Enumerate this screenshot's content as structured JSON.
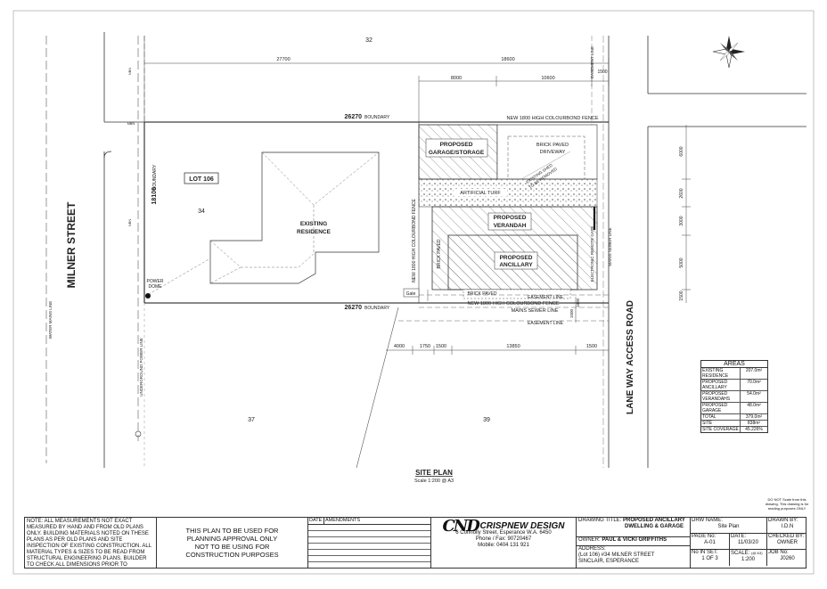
{
  "plan": {
    "lot_top": "32",
    "lot_main": "34",
    "lot_bottom_left": "37",
    "lot_bottom_right": "39",
    "lot_label": "LOT 106",
    "street": "MILNER STREET",
    "laneway": "LANE WAY ACCESS ROAD",
    "boundary_top": "26270",
    "boundary_bottom": "26270",
    "boundary_word": "BOUNDARY",
    "side_boundary": "18100",
    "existing_residence": [
      "EXISTING",
      "RESIDENCE"
    ],
    "proposed_garage": [
      "PROPOSED",
      "GARAGE/STORAGE"
    ],
    "proposed_verandah": [
      "PROPOSED",
      "VERANDAH"
    ],
    "proposed_ancillary": [
      "PROPOSED",
      "ANCILLARY"
    ],
    "brick_driveway": [
      "BRICK PAVED",
      "DRIVEWAY"
    ],
    "existing_shed": [
      "EXISTING SHED",
      "TO BE REMOVED"
    ],
    "artificial_turf": "ARTIFICIAL TURF",
    "brick_paved": "BRICK PAVED",
    "new_fence_top": "NEW 1800 HIGH COLOURBOND FENCE",
    "new_fence_bottom": "NEW 1800 HIGH COLOURBOND FENCE",
    "new_fence_side": "NEW 1800 HIGH COLOURBOND FENCE",
    "mains_sewer": "MAINS SEWER LINE",
    "mains_sewer_side": "MAINS SEWER LINE",
    "easement": "EASEMENT LINE",
    "easement_top": "EASEMENT LINE",
    "electronic_gate": "ELECTRONIC REMOTE GATE",
    "gate": "Gate",
    "power_dome": [
      "POWER",
      "DOME"
    ],
    "water_mains": "WATER MAINS LINE",
    "underground_power": "UNDERGROUND POWER LINE",
    "nbn": "NBN",
    "dim_27700": "27700",
    "dim_18600": "18600",
    "dim_8000": "8000",
    "dim_10600": "10600",
    "dim_1500a": "1500",
    "dim_4000": "4000",
    "dim_1750": "1750",
    "dim_1500b": "1500",
    "dim_13850": "13850",
    "dim_1500c": "1500",
    "dim_6000": "6000",
    "dim_2600": "2600",
    "dim_3000": "3000",
    "dim_5000": "5000",
    "dim_1500d": "1500",
    "dim_1500e": "1500",
    "dim_1800": "1800",
    "title": "SITE PLAN",
    "scale": "Scale 1:200 @ A3"
  },
  "areas": {
    "title": "AREAS",
    "rows": [
      {
        "k": "EXISTING RESIDENCE",
        "v": "207.0m²"
      },
      {
        "k": "PROPOSED ANCILLARY",
        "v": "70.0m²"
      },
      {
        "k": "PROPOSED VERANDAHS",
        "v": "54.0m²"
      },
      {
        "k": "PROPOSED GARAGE",
        "v": "48.0m²"
      },
      {
        "k": "TOTAL",
        "v": "379.0m²"
      },
      {
        "k": "SITE",
        "v": "838m²"
      },
      {
        "k": "SITE COVERAGE",
        "v": "45.226%"
      }
    ]
  },
  "small_note": "DO NOT Scale from this drawing. This drawing is for reading purposes ONLY",
  "titleblock": {
    "notes": "NOTE: ALL MEASUREMENTS NOT EXACT MEASURED BY HAND AND FROM OLD PLANS ONLY. BUILDING MATERIALS NOTED ON THESE PLANS AS PER OLD PLANS AND SITE INSPECTION OF EXISTING CONSTRUCTION. ALL MATERIAL TYPES & SIZES TO BE READ FROM STRUCTURAL ENGINEERING PLANS. BUILDER TO CHECK ALL DIMENSIONS PRIOR TO COMMENCEMENT OF CONSTRUCTION.",
    "warning": [
      "THIS PLAN TO BE USED FOR",
      "PLANNING APPROVAL ONLY",
      "NOT TO BE USING FOR",
      "CONSTRUCTION PURPOSES"
    ],
    "rev_date": "DATE",
    "rev_amend": "AMENDMENTS",
    "logo_mark": "CND",
    "logo_name": "CRISPNEW DESIGN",
    "address_line": "6 Connolly Street, Esperance W.A. 6450",
    "phone": "Phone / Fax: 90720467",
    "mobile": "Mobile: 0404 131 921",
    "drawing_title_label": "DRAWING TITLE:",
    "drawing_title": [
      "PROPOSED ANCILLARY",
      "DWELLING & GARAGE"
    ],
    "owner_label": "OWNER:",
    "owner": "PAUL & VICKI GRIFFITHS",
    "address_label": "ADDRESS:",
    "address": [
      "(Lot 106) #34 MILNER STREET",
      "SINCLAIR, ESPERANCE"
    ],
    "drw_name_label": "DRW NAME:",
    "drw_name": "Site Plan",
    "drawn_by_label": "DRAWN BY:",
    "drawn_by": "I.D.N",
    "page_no_label": "PAGE No:",
    "page_no": "A-01",
    "date_label": "DATE:",
    "date": "11/03/20",
    "checked_label": "CHECKED BY:",
    "checked": "OWNER",
    "no_in_set_label": "No IN SET:",
    "no_in_set": "1 OF 3",
    "scale_label": "SCALE:",
    "scale_sub": "(@ A3)",
    "scale": "1:200",
    "job_label": "JOB No:",
    "job": "J0260"
  }
}
